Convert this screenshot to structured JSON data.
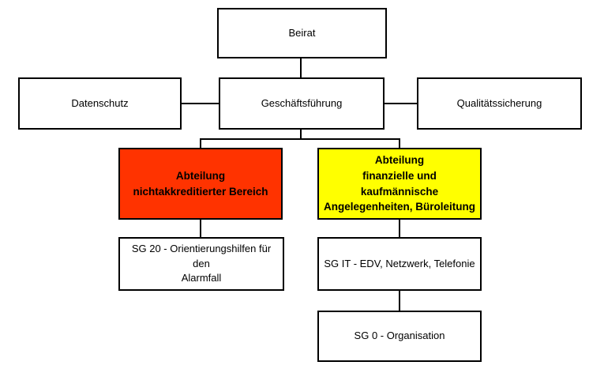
{
  "org_chart": {
    "type": "org-chart",
    "background": "#ffffff",
    "line_color": "#000000",
    "nodes": {
      "beirat": {
        "label": "Beirat",
        "fill": "#ffffff"
      },
      "datenschutz": {
        "label": "Datenschutz",
        "fill": "#ffffff"
      },
      "geschaeftsfuehrung": {
        "label": "Geschäftsführung",
        "fill": "#ffffff"
      },
      "qualitaetssicherung": {
        "label": "Qualitätssicherung",
        "fill": "#ffffff"
      },
      "abteilung_nichtakkreditierter_bereich": {
        "label": "Abteilung\nnichtakkreditierter Bereich",
        "fill": "#ff3300",
        "emphasis": "bold"
      },
      "abteilung_finanzen": {
        "label": "Abteilung\nfinanzielle und kaufmännische\nAngelegenheiten, Büroleitung",
        "fill": "#ffff00",
        "emphasis": "bold"
      },
      "sg20": {
        "label": "SG 20 - Orientierungshilfen für den\nAlarmfall",
        "fill": "#ffffff"
      },
      "sg_it": {
        "label": "SG IT - EDV, Netzwerk, Telefonie",
        "fill": "#ffffff"
      },
      "sg0": {
        "label": "SG 0 - Organisation",
        "fill": "#ffffff"
      }
    },
    "edges": [
      {
        "from": "beirat",
        "to": "geschaeftsfuehrung"
      },
      {
        "from": "datenschutz",
        "to": "geschaeftsfuehrung"
      },
      {
        "from": "geschaeftsfuehrung",
        "to": "qualitaetssicherung"
      },
      {
        "from": "geschaeftsfuehrung",
        "to": "abteilung_nichtakkreditierter_bereich"
      },
      {
        "from": "geschaeftsfuehrung",
        "to": "abteilung_finanzen"
      },
      {
        "from": "abteilung_nichtakkreditierter_bereich",
        "to": "sg20"
      },
      {
        "from": "abteilung_finanzen",
        "to": "sg_it"
      },
      {
        "from": "sg_it",
        "to": "sg0"
      }
    ]
  }
}
